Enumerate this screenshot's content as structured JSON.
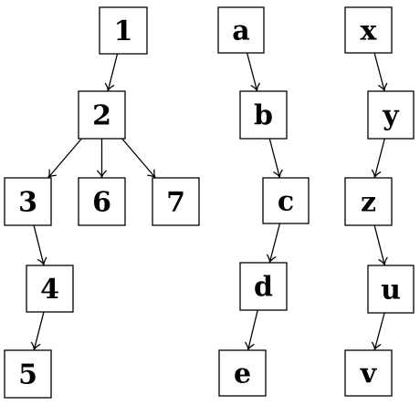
{
  "trees": [
    {
      "id": "numbers",
      "nodes": [
        {
          "id": "n1",
          "label": "1"
        },
        {
          "id": "n2",
          "label": "2"
        },
        {
          "id": "n3",
          "label": "3"
        },
        {
          "id": "n6",
          "label": "6"
        },
        {
          "id": "n7",
          "label": "7"
        },
        {
          "id": "n4",
          "label": "4"
        },
        {
          "id": "n5",
          "label": "5"
        }
      ],
      "edges": [
        {
          "from": "n1",
          "to": "n2"
        },
        {
          "from": "n2",
          "to": "n3"
        },
        {
          "from": "n2",
          "to": "n6"
        },
        {
          "from": "n2",
          "to": "n7"
        },
        {
          "from": "n3",
          "to": "n4"
        },
        {
          "from": "n4",
          "to": "n5"
        }
      ]
    },
    {
      "id": "letters-a",
      "nodes": [
        {
          "id": "a",
          "label": "a"
        },
        {
          "id": "b",
          "label": "b"
        },
        {
          "id": "c",
          "label": "c"
        },
        {
          "id": "d",
          "label": "d"
        },
        {
          "id": "e",
          "label": "e"
        }
      ],
      "edges": [
        {
          "from": "a",
          "to": "b"
        },
        {
          "from": "b",
          "to": "c"
        },
        {
          "from": "c",
          "to": "d"
        },
        {
          "from": "d",
          "to": "e"
        }
      ]
    },
    {
      "id": "letters-x",
      "nodes": [
        {
          "id": "x",
          "label": "x"
        },
        {
          "id": "y",
          "label": "y"
        },
        {
          "id": "z",
          "label": "z"
        },
        {
          "id": "u",
          "label": "u"
        },
        {
          "id": "v",
          "label": "v"
        }
      ],
      "edges": [
        {
          "from": "x",
          "to": "y"
        },
        {
          "from": "y",
          "to": "z"
        },
        {
          "from": "z",
          "to": "u"
        },
        {
          "from": "u",
          "to": "v"
        }
      ]
    }
  ]
}
